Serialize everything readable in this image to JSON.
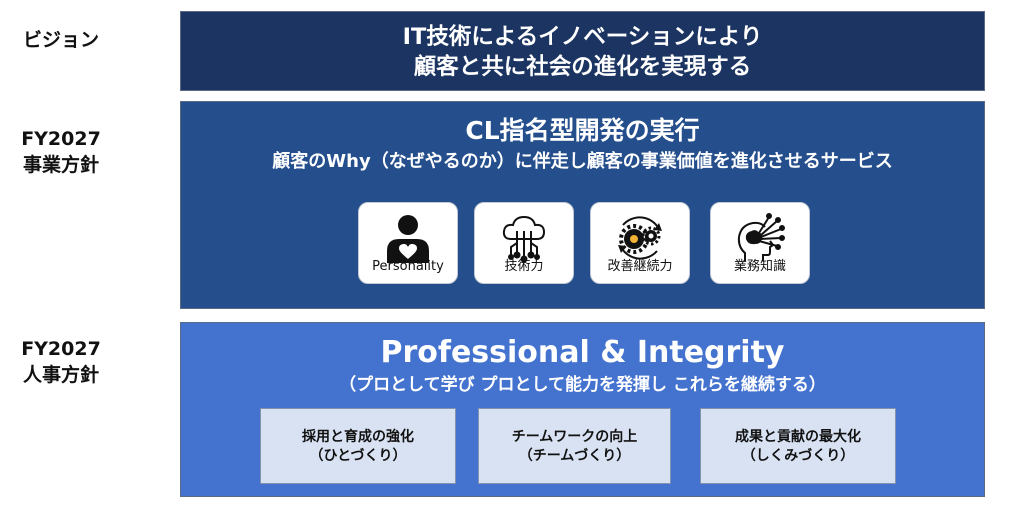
{
  "labels": {
    "vision": "ビジョン",
    "business_line1": "FY2027",
    "business_line2": "事業方針",
    "hr_line1": "FY2027",
    "hr_line2": "人事方針"
  },
  "vision": {
    "line1": "IT技術によるイノベーションにより",
    "line2": "顧客と共に社会の進化を実現する"
  },
  "business": {
    "title": "CL指名型開発の実行",
    "subtitle": "顧客のWhy（なぜやるのか）に伴走し顧客の事業価値を進化させるサービス",
    "cards": [
      {
        "label": "Personality",
        "icon": "person-heart-icon"
      },
      {
        "label": "技術力",
        "icon": "cloud-circuit-icon"
      },
      {
        "label": "改善継続力",
        "icon": "gears-cycle-icon"
      },
      {
        "label": "業務知識",
        "icon": "head-network-icon"
      }
    ]
  },
  "hr": {
    "title": "Professional & Integrity",
    "subtitle": "（プロとして学び プロとして能力を発揮し これらを継続する）",
    "boxes": [
      {
        "line1": "採用と育成の強化",
        "line2": "（ひとづくり）"
      },
      {
        "line1": "チームワークの向上",
        "line2": "（チームづくり）"
      },
      {
        "line1": "成果と貢献の最大化",
        "line2": "（しくみづくり）"
      }
    ]
  },
  "colors": {
    "vision_band": "#1b3461",
    "business_band": "#254e8c",
    "hr_band": "#4473cf",
    "hr_box": "#d8e2f2"
  }
}
